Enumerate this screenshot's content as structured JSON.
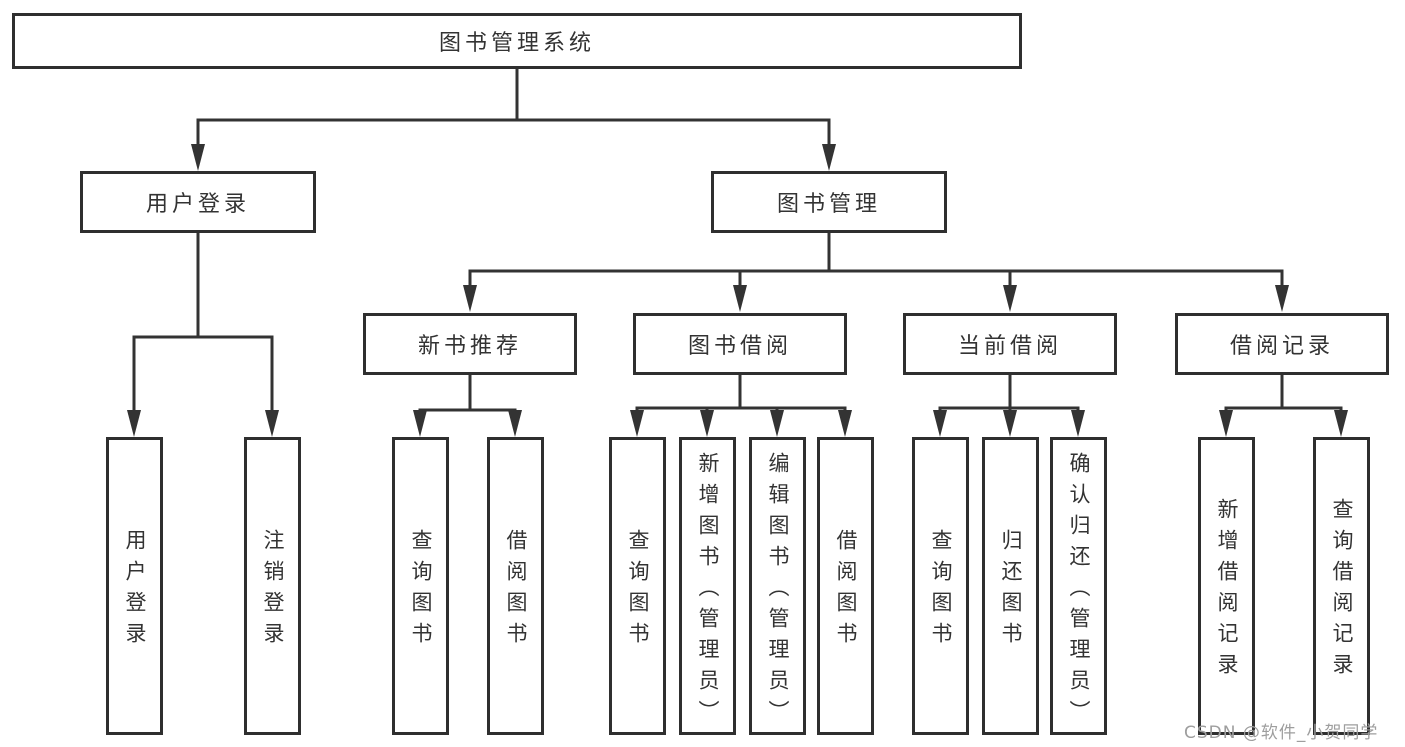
{
  "colors": {
    "background": "#ffffff",
    "line": "#333333",
    "box_border": "#2f2f2f",
    "text": "#333333",
    "watermark": "#9e9e9e"
  },
  "diagram": {
    "root": {
      "label": "图书管理系统"
    },
    "level2": [
      {
        "label": "用户登录"
      },
      {
        "label": "图书管理"
      }
    ],
    "level3": [
      {
        "label": "新书推荐"
      },
      {
        "label": "图书借阅"
      },
      {
        "label": "当前借阅"
      },
      {
        "label": "借阅记录"
      }
    ],
    "leaves": [
      {
        "parent": "用户登录",
        "items": [
          "用户登录",
          "注销登录"
        ]
      },
      {
        "parent": "新书推荐",
        "items": [
          "查询图书",
          "借阅图书"
        ]
      },
      {
        "parent": "图书借阅",
        "items": [
          "查询图书",
          "新增图书（管理员）",
          "编辑图书（管理员）",
          "借阅图书"
        ]
      },
      {
        "parent": "当前借阅",
        "items": [
          "查询图书",
          "归还图书",
          "确认归还（管理员）"
        ]
      },
      {
        "parent": "借阅记录",
        "items": [
          "新增借阅记录",
          "查询借阅记录"
        ]
      }
    ]
  },
  "watermark": "CSDN @软件_小贺同学"
}
